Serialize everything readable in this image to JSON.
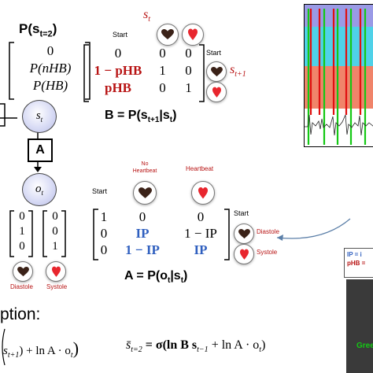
{
  "top_left": {
    "p_label": "P(s",
    "p_sub": "t=2",
    "p_close": ")",
    "vector": [
      "0",
      "P(nHB)",
      "P(HB)"
    ]
  },
  "b_matrix": {
    "header_state": "s",
    "header_state_sub": "t",
    "start_label": "Start",
    "rows": [
      [
        "0",
        "0",
        "0"
      ],
      [
        "1 − pHB",
        "1",
        "0"
      ],
      [
        "pHB",
        "0",
        "1"
      ]
    ],
    "row_labels": [
      "Start",
      "",
      ""
    ],
    "next_state": "s",
    "next_state_sub": "t+1",
    "caption": "B = P(s",
    "caption_sub": "t+1",
    "caption_mid": "|s",
    "caption_sub2": "t",
    "caption_end": ")"
  },
  "graph": {
    "state_node": "s",
    "state_sub": "t",
    "a_box": "A",
    "obs_node": "o",
    "obs_sub": "t"
  },
  "a_matrix": {
    "col_labels": [
      "No\nHeartbeat",
      "Heartbeat"
    ],
    "start_label": "Start",
    "row_start_label": "Start",
    "rows": [
      [
        "1",
        "0",
        "0"
      ],
      [
        "0",
        "IP",
        "1 − IP"
      ],
      [
        "0",
        "1 − IP",
        "IP"
      ]
    ],
    "row_labels": [
      "Diastole",
      "Systole"
    ],
    "caption": "A = P(o",
    "caption_sub": "t",
    "caption_mid": "|s",
    "caption_sub2": "t",
    "caption_end": ")"
  },
  "obs_vectors": {
    "v1": [
      "0",
      "1",
      "0"
    ],
    "v2": [
      "0",
      "0",
      "1"
    ],
    "labels": [
      "Diastole",
      "Systole"
    ]
  },
  "bottom": {
    "heading_fragment": "ption:",
    "eq_left": "s",
    "eq_left_sub": "t+1",
    "eq_left_rest": ") + ln A · o",
    "eq_left_sub2": "t",
    "eq_left_close": ")",
    "eq_right": "s̄",
    "eq_right_sub": "t=2",
    "eq_right_rest": " = σ(ln B s",
    "eq_right_sub2": "t−1",
    "eq_right_mid": " + ln A · o",
    "eq_right_sub3": "t",
    "eq_right_close": ")"
  },
  "right_panel": {
    "ip_line": "IP = i",
    "phb_line": "pHB =",
    "green_text": "Gree"
  },
  "colors": {
    "accent_red": "#b81414",
    "accent_blue": "#2f5fbf",
    "node_fill": "#c8ccee",
    "stripe_purple": "#9a9ae6",
    "stripe_cyan": "#4fd1e8",
    "stripe_salmon": "#f0846a",
    "marker_red": "#e01010",
    "marker_green": "#14c814"
  },
  "icons": [
    "dark-heart-icon",
    "red-heart-icon"
  ]
}
